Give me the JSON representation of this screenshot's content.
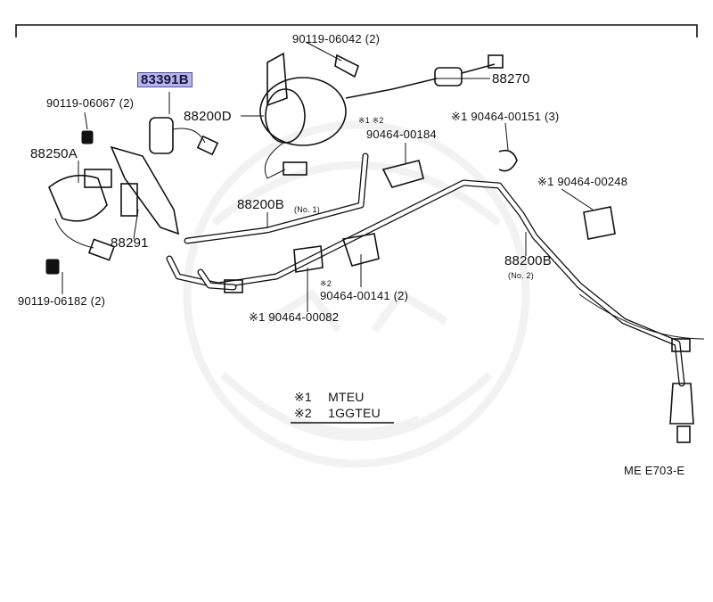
{
  "diagram": {
    "callouts": [
      {
        "id": "highlighted-part",
        "text": "83391B",
        "highlighted": true
      },
      {
        "id": "bolt-top",
        "text": "90119-06042 (2)"
      },
      {
        "id": "cable-88270",
        "text": "88270"
      },
      {
        "id": "bolt-left-top",
        "text": "90119-06067 (2)"
      },
      {
        "id": "actuator-88200d",
        "text": "88200D"
      },
      {
        "id": "clamp-00184-marks",
        "text": "※1 ※2"
      },
      {
        "id": "clamp-00184",
        "text": "90464-00184"
      },
      {
        "id": "clamp-00151",
        "text": "※1 90464-00151 (3)"
      },
      {
        "id": "sensor-88250a",
        "text": "88250A"
      },
      {
        "id": "clamp-00248",
        "text": "※1 90464-00248"
      },
      {
        "id": "hose-88200b-no1",
        "text": "88200B"
      },
      {
        "id": "hose-88200b-no1-sub",
        "text": "(No. 1)"
      },
      {
        "id": "bracket-88291",
        "text": "88291"
      },
      {
        "id": "hose-88200b-no2",
        "text": "88200B"
      },
      {
        "id": "hose-88200b-no2-sub",
        "text": "(No. 2)"
      },
      {
        "id": "clamp-00141-mark",
        "text": "※2"
      },
      {
        "id": "clamp-00141",
        "text": "90464-00141 (2)"
      },
      {
        "id": "bolt-left-bottom",
        "text": "90119-06182 (2)"
      },
      {
        "id": "clamp-00082",
        "text": "※1 90464-00082"
      }
    ],
    "legend": [
      {
        "mark": "※1",
        "text": "MTEU"
      },
      {
        "mark": "※2",
        "text": "1GGTEU"
      }
    ],
    "diagram_code": "ME E703-E",
    "highlight_color": "#b7b4ec"
  }
}
